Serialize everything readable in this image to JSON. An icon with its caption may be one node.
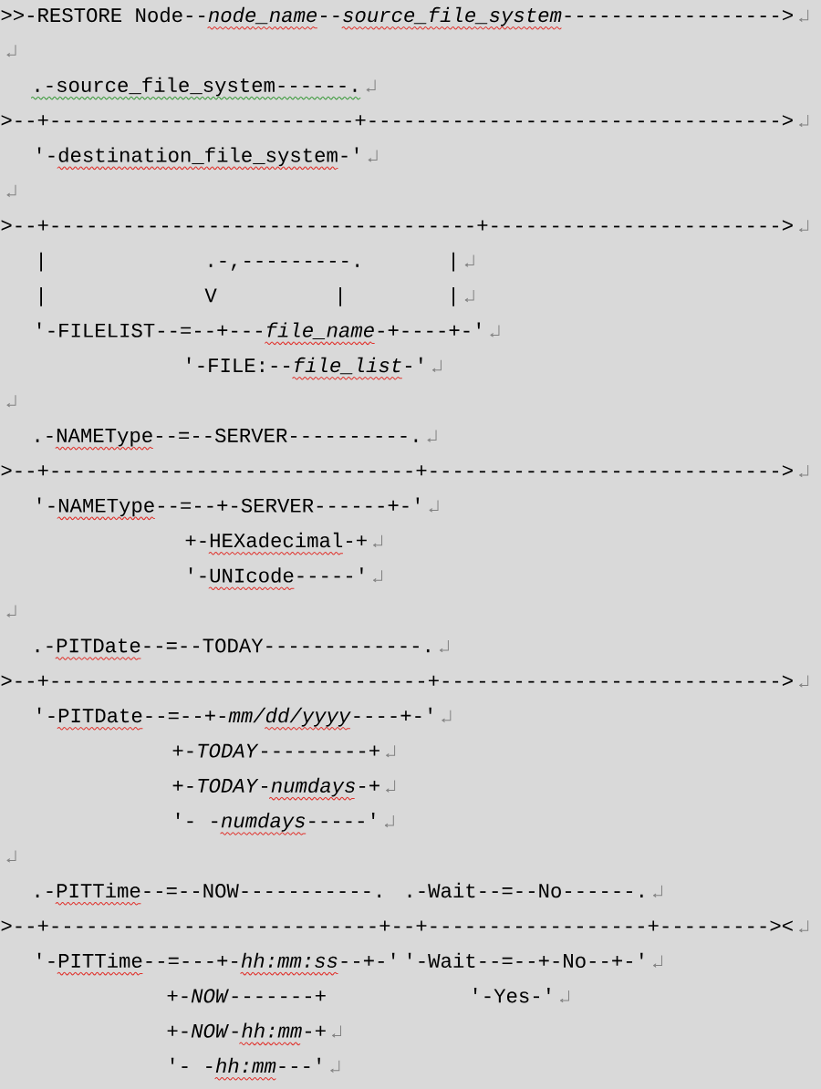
{
  "diagram": {
    "labels": [
      ">>-RESTORE Node--*node_name*--*source_file_system*------------------>",
      ".-source_file_system------.",
      ">--+-------------------------+---------------------------------->",
      "'-destination_file_system-'",
      ">--+-----------------------------------+------------------------>",
      "|",
      ".-,---------.",
      "|",
      "|",
      "V",
      "|",
      "|",
      "'-FILELIST--=--+---*file_name*-+----+-'",
      "'-FILE:--*file_list*-'",
      ".-NAMEType--=--SERVER----------.",
      ">--+------------------------------+----------------------------->",
      "'-NAMEType--=--+-SERVER------+-'",
      "+-HEXadecimal-+",
      "'-UNIcode-----'",
      ".-PITDate--=--TODAY-------------.",
      ">--+-------------------------------+---------------------------->",
      "'-PITDate--=--+-*mm/dd/yyyy*----+-'",
      "+-*TODAY*---------+",
      "+-*TODAY*-*numdays*-+",
      "'- -*numdays*-----'",
      ".-PITTime--=--NOW-----------.",
      ".-Wait--=--No------.",
      ">--+---------------------------+--+------------------+---------><",
      "'-PITTime--=---+-*hh:mm:ss*--+-'",
      "'-Wait--=--+-No--+-'",
      "+-*NOW*-------+",
      "'-Yes-'",
      "+-*NOW*-*hh:mm*-+",
      "'- -*hh:mm*---'"
    ]
  }
}
